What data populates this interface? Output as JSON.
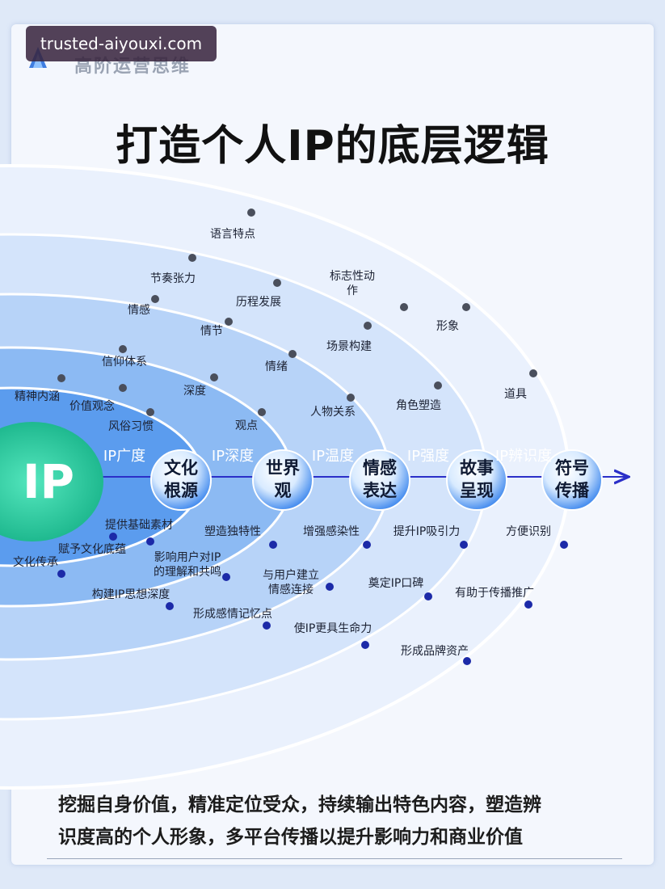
{
  "header": {
    "brand": "高阶运营思维",
    "watermark": "trusted-aiyouxi.com",
    "title": "打造个人IP的底层逻辑"
  },
  "diagram": {
    "core": "IP",
    "stages": [
      {
        "name": "文化\n根源",
        "dimension": "IP广度"
      },
      {
        "name": "世界\n观",
        "dimension": "IP深度"
      },
      {
        "name": "情感\n表达",
        "dimension": "IP温度"
      },
      {
        "name": "故事\n呈现",
        "dimension": "IP强度"
      },
      {
        "name": "符号\n传播",
        "dimension": "IP辨识度"
      }
    ],
    "upper_labels": [
      [
        "精神内涵",
        "价值观念",
        "风俗习惯"
      ],
      [
        "信仰体系",
        "深度",
        "观点"
      ],
      [
        "情感",
        "情节",
        "情绪",
        "人物关系"
      ],
      [
        "节奏张力",
        "历程发展",
        "场景构建",
        "角色塑造"
      ],
      [
        "语言特点",
        "标志性动作",
        "形象",
        "道具"
      ]
    ],
    "lower_labels": [
      [
        "文化传承",
        "赋予文化底蕴",
        "提供基础素材"
      ],
      [
        "构建IP思想深度",
        "影响用户对IP的理解和共鸣",
        "塑造独特性"
      ],
      [
        "形成感情记忆点",
        "与用户建立情感连接",
        "增强感染性"
      ],
      [
        "使IP更具生命力",
        "奠定IP口碑",
        "提升IP吸引力"
      ],
      [
        "形成品牌资产",
        "有助于传播推广",
        "方便识别"
      ]
    ],
    "colors": {
      "core_green": "#2ed3a8",
      "accent_blue": "#1f6fe0",
      "dot_navy": "#1c2aa8",
      "dot_gray": "#4a4f5c",
      "arrow": "#2b2fc8"
    }
  },
  "footer": {
    "summary_line1": "挖掘自身价值，精准定位受众，持续输出特色内容，塑造辨",
    "summary_line2": "识度高的个人形象，多平台传播以提升影响力和商业价值"
  }
}
